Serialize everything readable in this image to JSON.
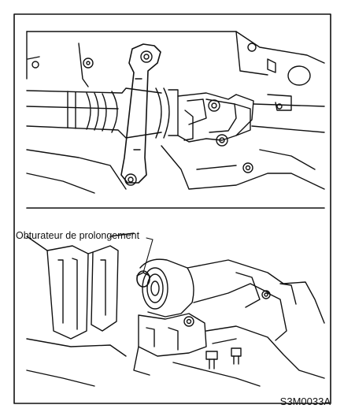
{
  "callout_label": "Obturateur de prolongement",
  "figure_code": "S3M0033A",
  "colors": {
    "line": "#111111",
    "background": "#ffffff"
  },
  "panels": [
    {
      "id": "top",
      "subject": "propeller-shaft-joint-with-wrench"
    },
    {
      "id": "bottom",
      "subject": "transfer-extension-with-plug"
    }
  ]
}
